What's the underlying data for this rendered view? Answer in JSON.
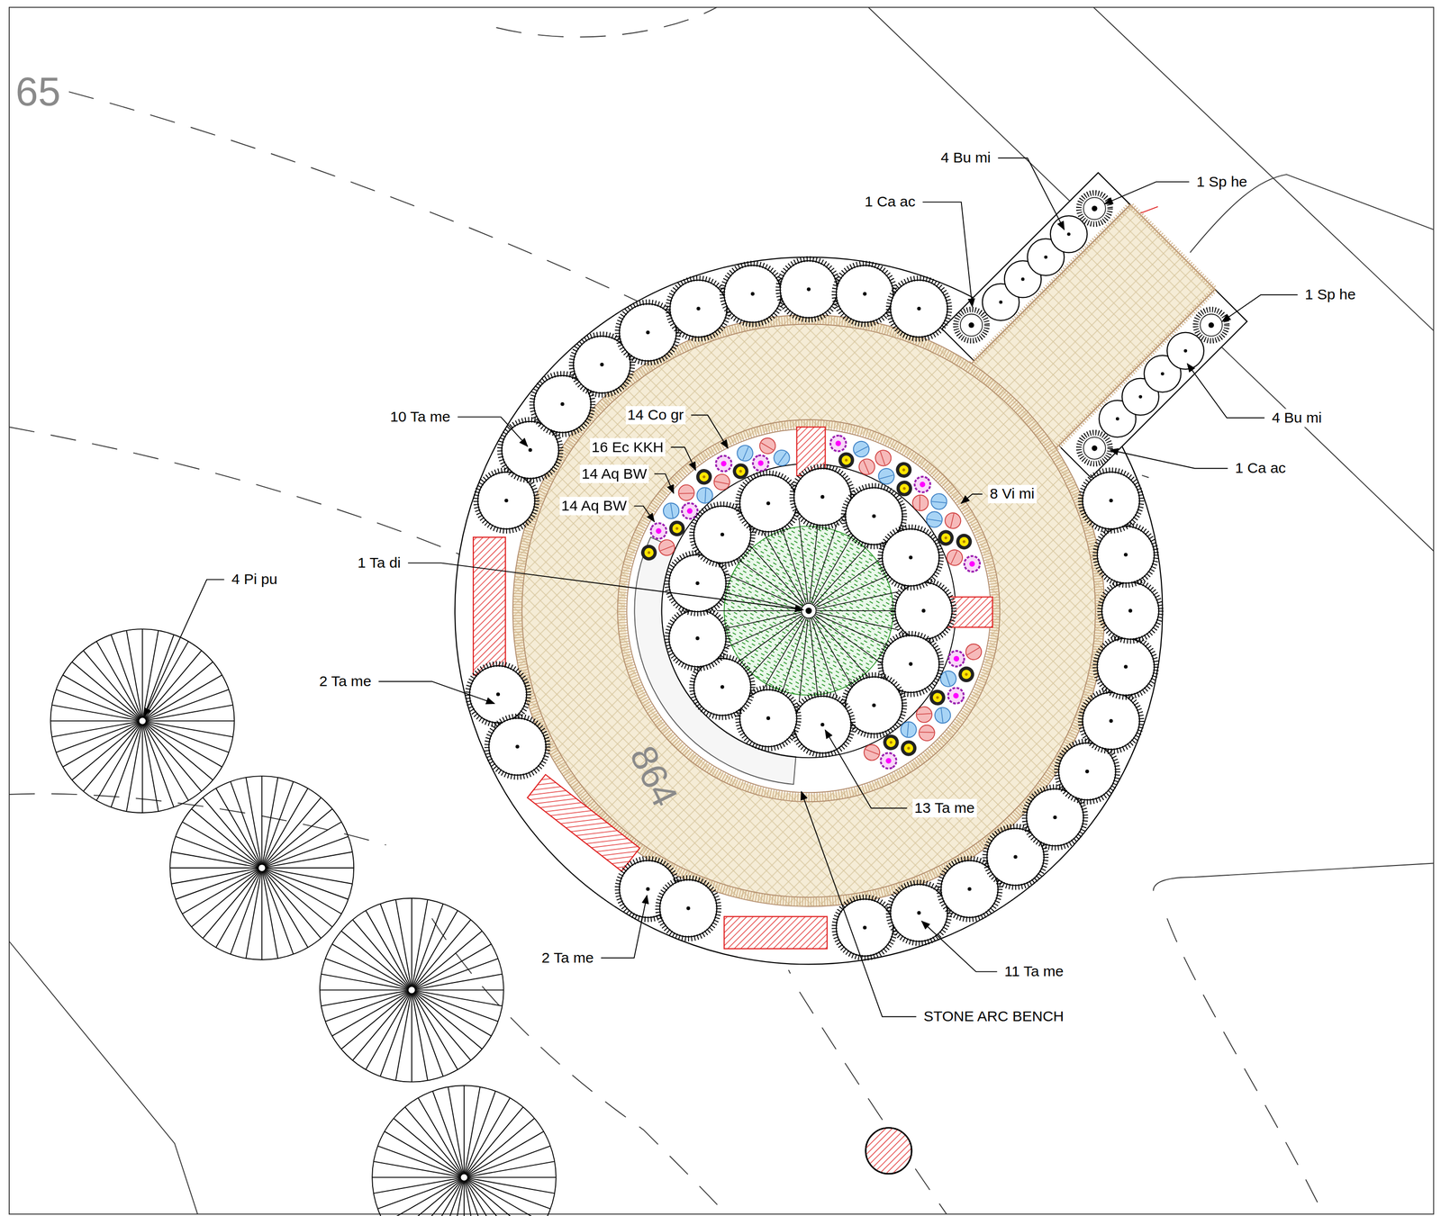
{
  "diagram": {
    "labels": [
      "65",
      "4 Bu mi",
      "1 Sp he",
      "1 Ca ac",
      "1 Sp he",
      "4 Bu mi",
      "1 Ca ac",
      "14 Co gr",
      "16 Ec KKH",
      "14 Aq BW",
      "14 Aq BW",
      "8 Vi mi",
      "10 Ta me",
      "1 Ta di",
      "4 Pi pu",
      "2 Ta me",
      "13 Ta me",
      "2 Ta me",
      "11 Ta me",
      "STONE ARC BENCH",
      "864"
    ]
  }
}
